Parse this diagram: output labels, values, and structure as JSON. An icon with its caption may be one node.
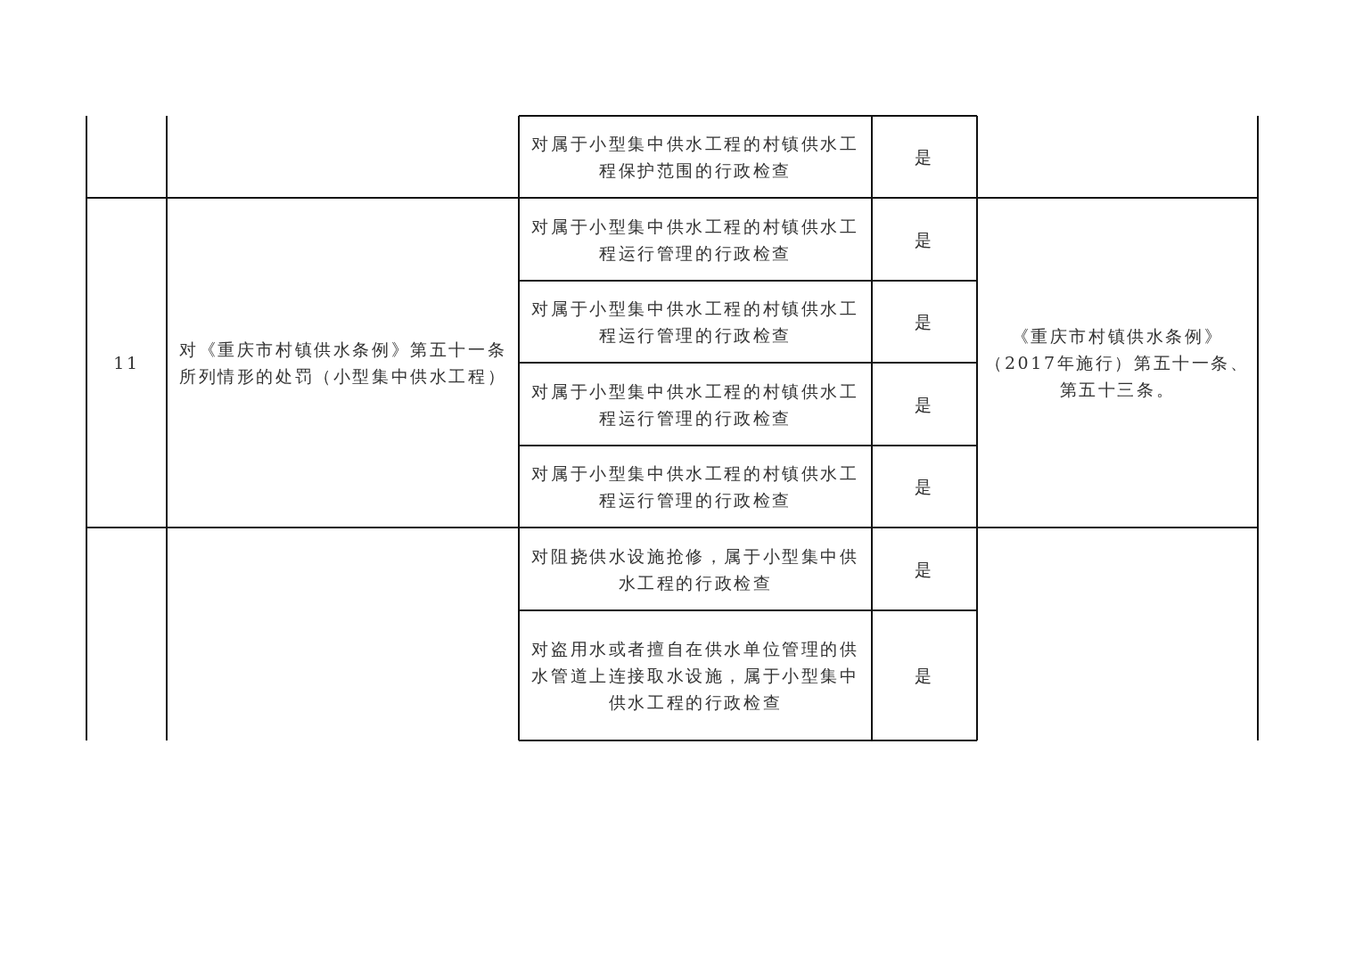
{
  "diagram": {
    "labels": [
      "对属于小型集中供水工程的村镇供水工程保护范围的行政检查",
      "是",
      "11",
      "对《重庆市村镇供水条例》第五十一条所列情形的处罚（小型集中供水工程）",
      "对属于小型集中供水工程的村镇供水工程运行管理的行政检查",
      "是",
      "《重庆市村镇供水条例》（2017年施行）第五十一条、第五十三条。",
      "对属于小型集中供水工程的村镇供水工程运行管理的行政检查",
      "是",
      "对属于小型集中供水工程的村镇供水工程运行管理的行政检查",
      "是",
      "对属于小型集中供水工程的村镇供水工程运行管理的行政检查",
      "是",
      "对阻挠供水设施抢修，属于小型集中供水工程的行政检查",
      "是",
      "对盗用水或者擅自在供水单位管理的供水管道上连接取水设施，属于小型集中供水工程的行政检查",
      "是"
    ]
  }
}
